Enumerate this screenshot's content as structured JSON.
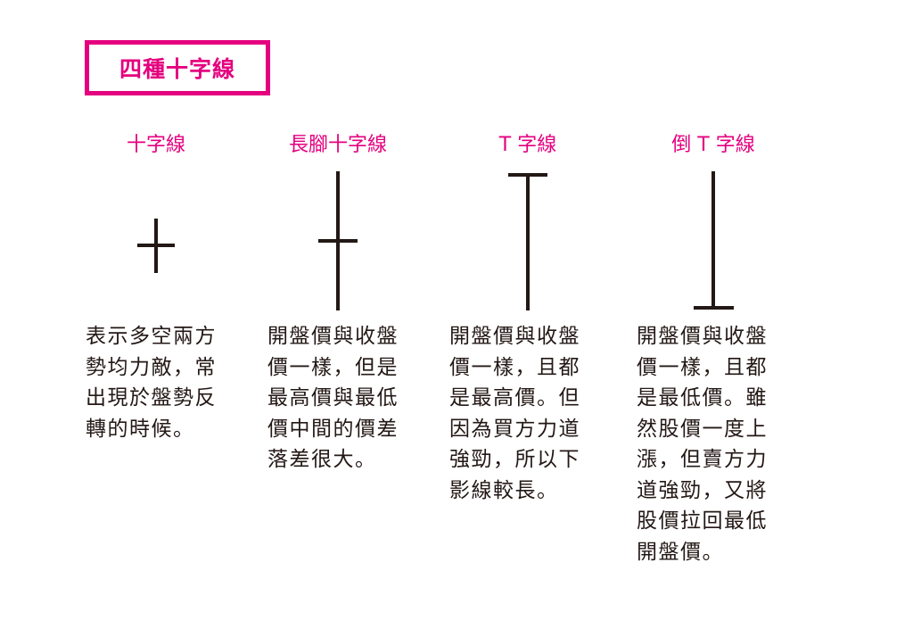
{
  "heading": "四種十字線",
  "colors": {
    "accent": "#e4007f",
    "ink": "#231815"
  },
  "columns": [
    {
      "title": "十字線",
      "shape": "cross",
      "lines": [
        "表示多空兩方",
        "勢均力敵，常",
        "出現於盤勢反",
        "轉的時候。"
      ]
    },
    {
      "title": "長腳十字線",
      "shape": "long-legged-cross",
      "lines": [
        "開盤價與收盤",
        "價一樣，但是",
        "最高價與最低",
        "價中間的價差",
        "落差很大。"
      ]
    },
    {
      "title": "T 字線",
      "shape": "t-line",
      "lines": [
        "開盤價與收盤",
        "價一樣，且都",
        "是最高價。但",
        "因為買方力道",
        "強勁，所以下",
        "影線較長。"
      ]
    },
    {
      "title": "倒 T 字線",
      "shape": "inverted-t-line",
      "lines": [
        "開盤價與收盤",
        "價一樣，且都",
        "是最低價。雖",
        "然股價一度上",
        "漲，但賣方力",
        "道強勁，又將",
        "股價拉回最低",
        "開盤價。"
      ]
    }
  ]
}
